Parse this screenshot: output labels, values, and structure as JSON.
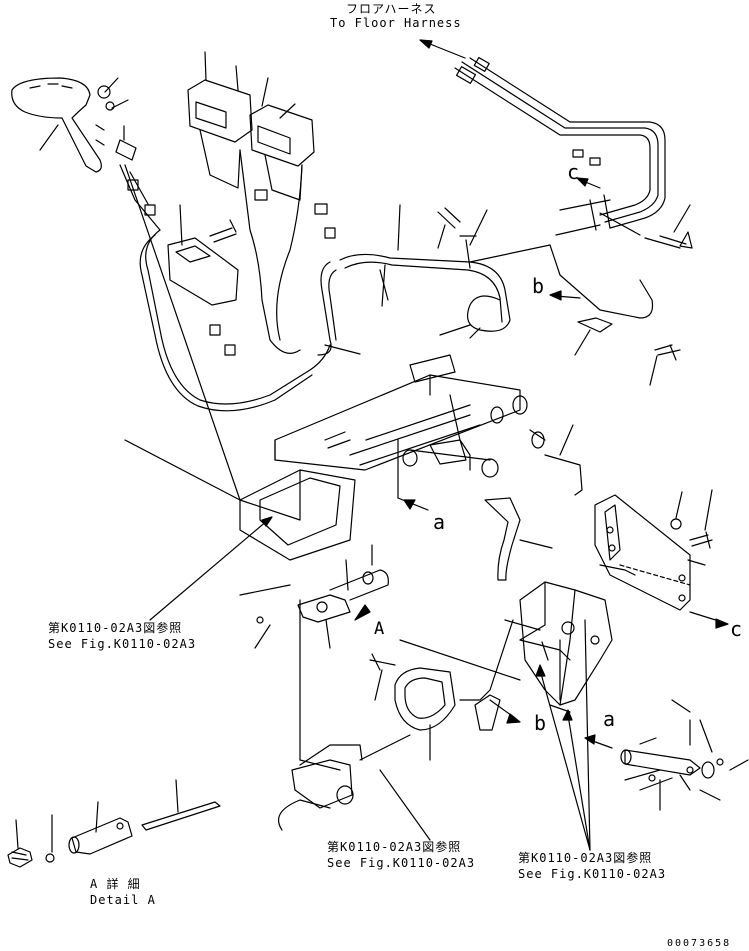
{
  "labels": {
    "floor_harness_jp": "フロアハーネス",
    "floor_harness_en": "To Floor Harness",
    "callout_a": "a",
    "callout_b": "b",
    "callout_c": "c",
    "detail_marker": "A",
    "ref_jp": "第K0110-02A3図参照",
    "ref_en": "See Fig.K0110-02A3",
    "detail_jp": "A 詳 細",
    "detail_en": "Detail A",
    "drawing_number": "00073658"
  }
}
